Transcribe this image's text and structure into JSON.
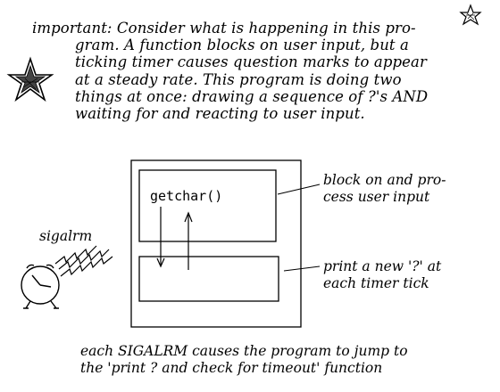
{
  "note": {
    "lines": [
      "important:  Consider what is happening in this pro-",
      "gram.  A function blocks on user input, but a",
      "ticking timer causes question marks to appear",
      "at a steady rate.  This program is doing two",
      "things at once: drawing a sequence of ?'s AND",
      "waiting for and reacting to user input."
    ]
  },
  "diagram": {
    "function_label": "getchar()",
    "signal_label": "sigalrm",
    "annotation_top": [
      "block on and pro-",
      "cess user input"
    ],
    "annotation_bottom": [
      "print a new '?' at",
      "each timer tick"
    ]
  },
  "caption": {
    "lines": [
      "each SIGALRM causes the program to jump to",
      "the 'print ? and check for timeout' function"
    ]
  }
}
